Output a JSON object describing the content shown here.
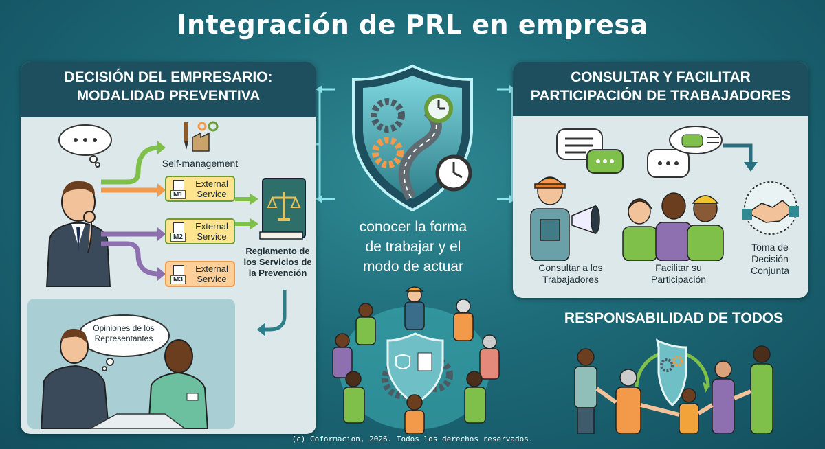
{
  "title": "Integración de PRL en empresa",
  "left_panel": {
    "header": "DECISIÓN DEL EMPRESARIO:\nMODALIDAD PREVENTIVA",
    "self_management": "Self-management",
    "services": [
      {
        "code": "M1",
        "label": "External\nService"
      },
      {
        "code": "M2",
        "label": "External\nService"
      },
      {
        "code": "M3",
        "label": "External\nService"
      }
    ],
    "regulation": "Reglamento de\nlos Servicios de\nla Prevención",
    "opinions": "Opiniones de los\nRepresentantes"
  },
  "center": {
    "caption": "conocer la forma\nde trabajar y el\nmodo de actuar"
  },
  "right_panel": {
    "header": "CONSULTAR Y FACILITAR\nPARTICIPACIÓN DE TRABAJADORES",
    "consult": "Consultar a los\nTrabajadores",
    "facilitate": "Facilitar su\nParticipación",
    "decision": "Toma de\nDecisión\nConjunta"
  },
  "responsibility": "RESPONSABILIDAD DE TODOS",
  "footer": "(c) Coformacion, 2026. Todos los derechos reservados.",
  "colors": {
    "teal_dark": "#1d4f5e",
    "green_arrow": "#7ec04a",
    "orange_arrow": "#f2994a",
    "purple_arrow": "#8e6fb0",
    "service_fill": "#ffe48f"
  }
}
